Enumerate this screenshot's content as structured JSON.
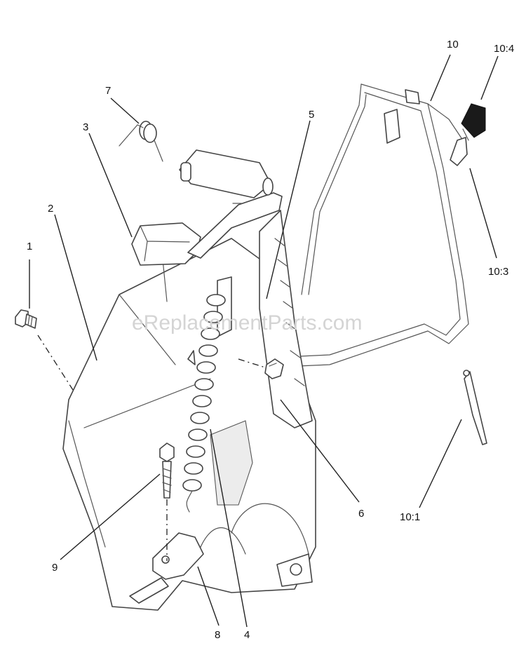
{
  "watermark": "eReplacementParts.com",
  "callouts": {
    "c1": "1",
    "c2": "2",
    "c3": "3",
    "c4": "4",
    "c5": "5",
    "c6": "6",
    "c7": "7",
    "c8": "8",
    "c9": "9",
    "c10": "10",
    "c10_1": "10:1",
    "c10_3": "10:3",
    "c10_4": "10:4"
  },
  "colors": {
    "line": "#444444",
    "watermark": "#d4d4d4",
    "grip": "#1a1a1a"
  }
}
